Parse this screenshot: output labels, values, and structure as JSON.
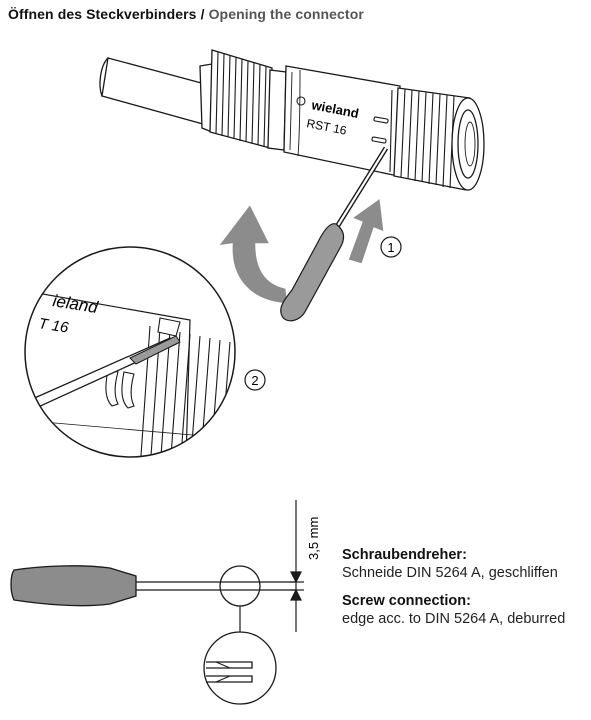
{
  "title": {
    "de": "Öffnen des Steckverbinders",
    "separator": "/",
    "en": "Opening the connector"
  },
  "connector": {
    "brand": "wieland",
    "model": "RST 16"
  },
  "detail": {
    "brand_partial": "ieland",
    "model_partial": "T  16"
  },
  "steps": {
    "step1": "1",
    "step2": "2"
  },
  "dimension": {
    "label": "3,5 mm"
  },
  "notes": {
    "screwdriver_heading": "Schraubendreher:",
    "screwdriver_text": "Schneide DIN 5264 A, geschliffen",
    "screw_heading": "Screw connection:",
    "screw_text": "edge acc. to DIN 5264 A, deburred"
  },
  "colors": {
    "arrow_gray": "#8c8c8c",
    "handle_gray": "#9a9a9a",
    "line": "#1a1a1a"
  }
}
